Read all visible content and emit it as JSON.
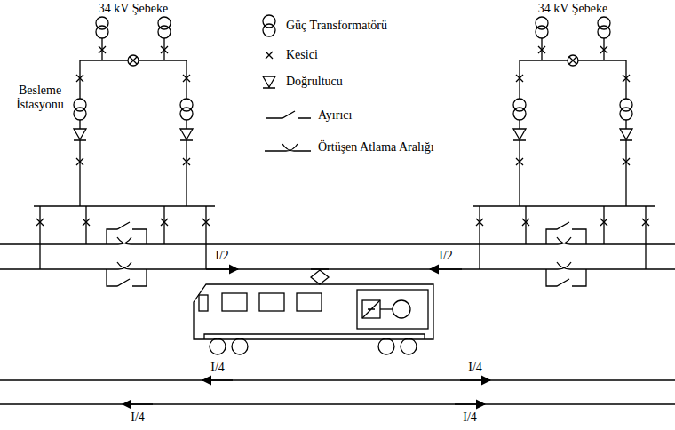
{
  "diagram": {
    "labels": [
      "34 kV Şebeke",
      "34 kV Şebeke",
      "Besleme İstasyonu",
      "I/2",
      "I/2",
      "I/4",
      "I/4",
      "I/4",
      "I/4"
    ],
    "legend": [
      {
        "text": "Güç Transformatörü"
      },
      {
        "text": "Kesici"
      },
      {
        "text": "Doğrultucu"
      },
      {
        "text": "Ayırıcı"
      },
      {
        "text": "Örtüşen Atlama Aralığı"
      }
    ]
  }
}
